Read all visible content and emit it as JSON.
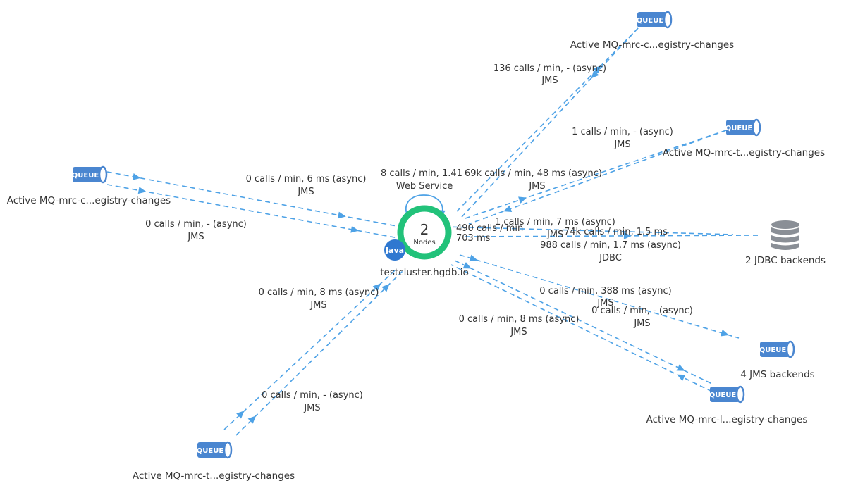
{
  "colors": {
    "edge": "#4ea2e6",
    "queue": "#4a86d0",
    "center_ring": "#22c27a",
    "java_badge": "#2f78d0",
    "database": "#8a8f96"
  },
  "center": {
    "node_count": "2",
    "nodes_label": "Nodes",
    "badge_text": "Java",
    "name": "testcluster.hgdb.io"
  },
  "nodes": {
    "q_top": {
      "icon": "queue-icon",
      "badge": "QUEUE",
      "label": "Active MQ-mrc-c...egistry-changes"
    },
    "q_right_top": {
      "icon": "queue-icon",
      "badge": "QUEUE",
      "label": "Active MQ-mrc-t...egistry-changes"
    },
    "q_left": {
      "icon": "queue-icon",
      "badge": "QUEUE",
      "label": "Active MQ-mrc-c...egistry-changes"
    },
    "jdbc": {
      "icon": "database-icon",
      "label": "2 JDBC backends"
    },
    "jms_backends": {
      "icon": "queue-icon",
      "badge": "QUEUE",
      "label": "4 JMS backends"
    },
    "q_bottom_right": {
      "icon": "queue-icon",
      "badge": "QUEUE",
      "label": "Active MQ-mrc-l...egistry-changes"
    },
    "q_bottom_left": {
      "icon": "queue-icon",
      "badge": "QUEUE",
      "label": "Active MQ-mrc-t...egistry-changes"
    }
  },
  "edges": {
    "top": {
      "line1": "136 calls / min, - (async)",
      "line2": "JMS"
    },
    "right_top": {
      "line1": "1 calls / min, - (async)",
      "line2": "JMS"
    },
    "left_a": {
      "line1": "0 calls / min, 6 ms (async)",
      "line2": "JMS"
    },
    "left_b": {
      "line1": "0 calls / min, - (async)",
      "line2": "JMS"
    },
    "self": {
      "line1": "8 calls / min, 1.41",
      "line2": "Web Service"
    },
    "mid_jms": {
      "line1": "69k calls / min, 48 ms (async)",
      "line2": "JMS"
    },
    "center_jms": {
      "line1": "1 calls / min, 7 ms (async)",
      "line2": "JMS"
    },
    "center_self": {
      "line1": "490 calls / min",
      "line2": "703 ms"
    },
    "jdbc_a": {
      "line1": "74k calls / min, 1.5 ms"
    },
    "jdbc_b": {
      "line1": "988 calls / min, 1.7 ms (async)",
      "line2": "JDBC"
    },
    "bl_upper": {
      "line1": "0 calls / min, 8 ms (async)",
      "line2": "JMS"
    },
    "bl_lower": {
      "line1": "0 calls / min, - (async)",
      "line2": "JMS"
    },
    "br_a": {
      "line1": "0 calls / min, 388 ms (async)",
      "line2": "JMS"
    },
    "br_b": {
      "line1": "0 calls / min, - (async)",
      "line2": "JMS"
    },
    "br_c": {
      "line1": "0 calls / min, 8 ms (async)",
      "line2": "JMS"
    }
  }
}
